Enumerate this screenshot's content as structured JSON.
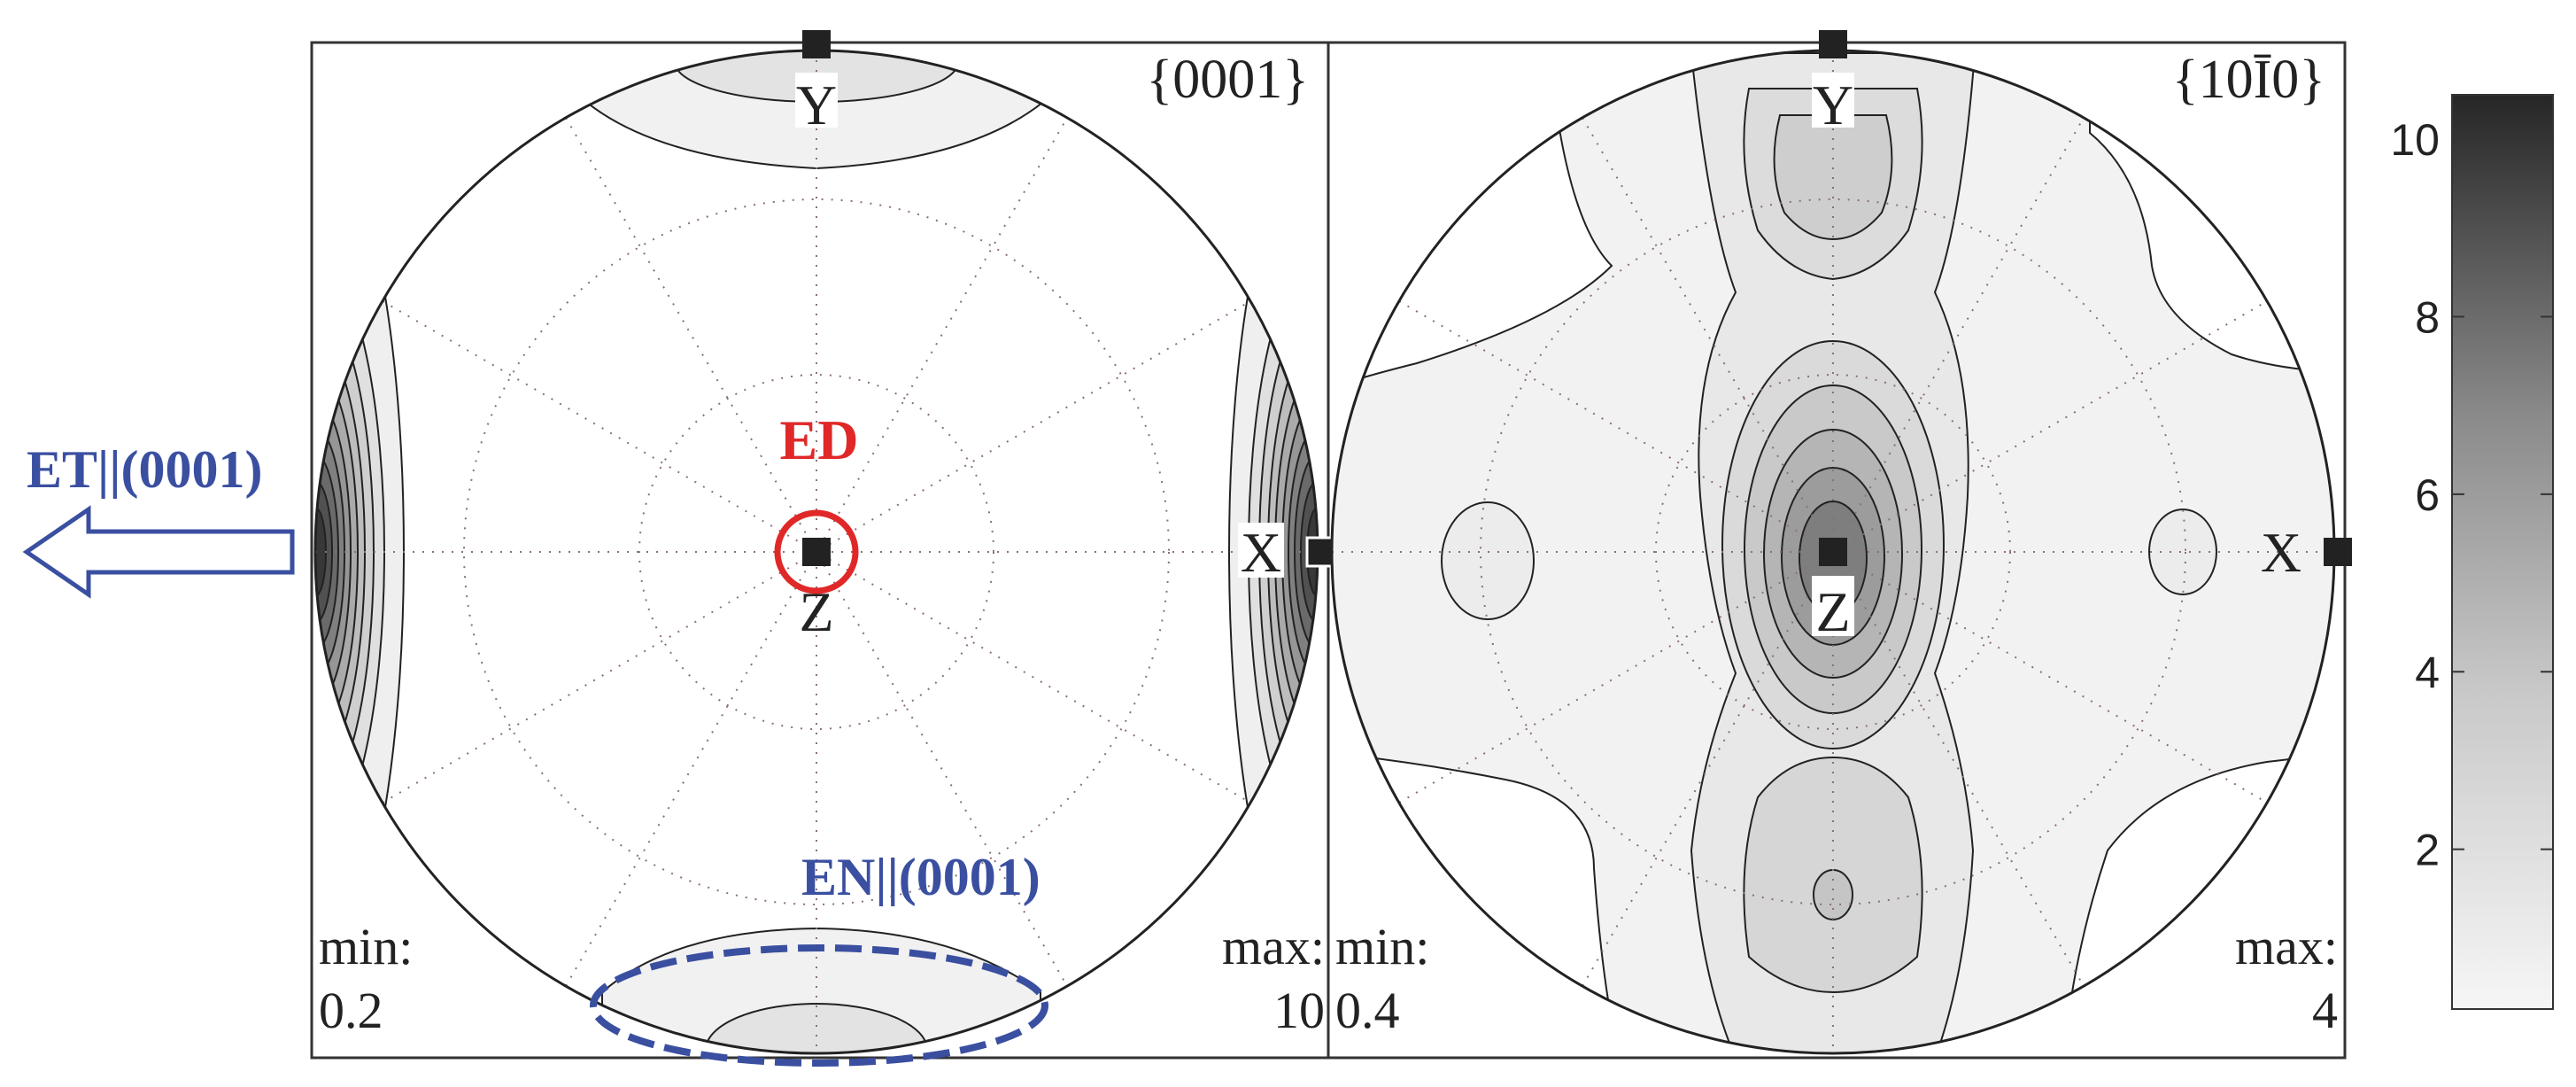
{
  "panels": [
    {
      "title": "{0001}",
      "min_label": "min:",
      "min_value": "0.2",
      "max_label": "max:",
      "max_value": "10",
      "axes": {
        "top": "Y",
        "center": "Z",
        "right": "X"
      }
    },
    {
      "title": "{10Ī0}",
      "min_label": "min:",
      "min_value": "0.4",
      "max_label": "max:",
      "max_value": "4",
      "axes": {
        "top": "Y",
        "center": "Z",
        "right": "X"
      }
    }
  ],
  "annotations": {
    "ed": "ED",
    "et": "ET||(0001)",
    "en": "EN||(0001)"
  },
  "colorbar": {
    "ticks": [
      "10",
      "8",
      "6",
      "4",
      "2"
    ],
    "tick_values": [
      10,
      8,
      6,
      4,
      2
    ],
    "min": 0.2,
    "max": 10.5
  },
  "colors": {
    "annotation_blue": "#3a4fa0",
    "annotation_red": "#e02828",
    "frame": "#333333"
  }
}
